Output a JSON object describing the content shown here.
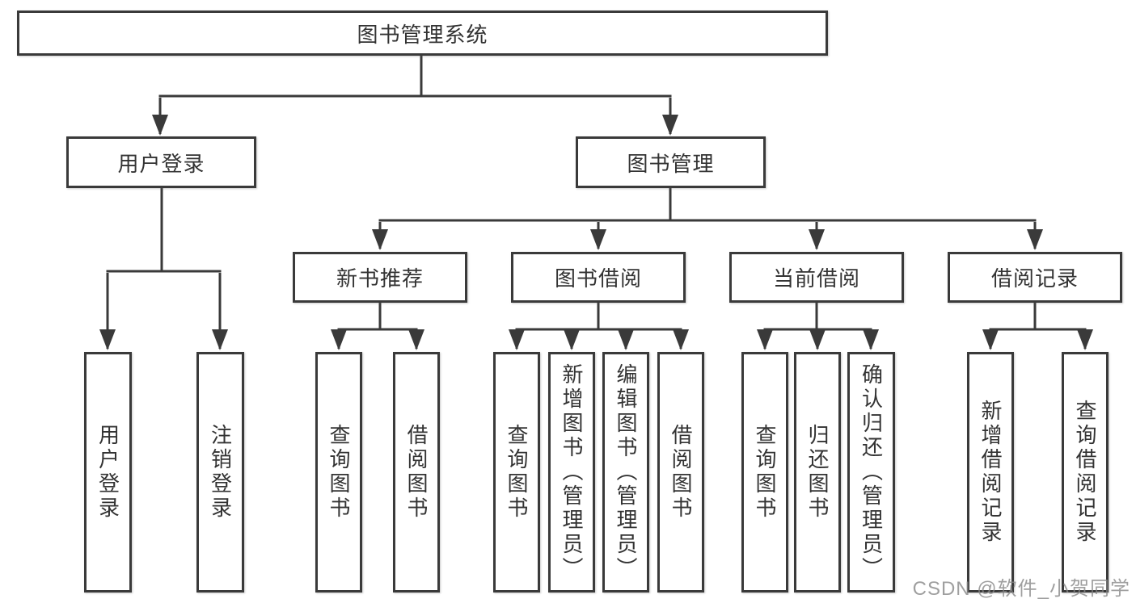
{
  "colors": {
    "line": "#3a3a3a",
    "node_border": "#3a3a3a",
    "node_text": "#333333",
    "watermark_text": "#878787"
  },
  "tree": {
    "root": {
      "label": "图书管理系统",
      "children": [
        {
          "label": "用户登录",
          "children": [
            {
              "label": "用户登录"
            },
            {
              "label": "注销登录"
            }
          ]
        },
        {
          "label": "图书管理",
          "children": [
            {
              "label": "新书推荐",
              "children": [
                {
                  "label": "查询图书"
                },
                {
                  "label": "借阅图书"
                }
              ]
            },
            {
              "label": "图书借阅",
              "children": [
                {
                  "label": "查询图书"
                },
                {
                  "label": "新增图书（管理员）"
                },
                {
                  "label": "编辑图书（管理员）"
                },
                {
                  "label": "借阅图书"
                }
              ]
            },
            {
              "label": "当前借阅",
              "children": [
                {
                  "label": "查询图书"
                },
                {
                  "label": "归还图书"
                },
                {
                  "label": "确认归还（管理员）"
                }
              ]
            },
            {
              "label": "借阅记录",
              "children": [
                {
                  "label": "新增借阅记录"
                },
                {
                  "label": "查询借阅记录"
                }
              ]
            }
          ]
        }
      ]
    }
  },
  "watermark": {
    "text": "CSDN @软件_小贺同学"
  }
}
